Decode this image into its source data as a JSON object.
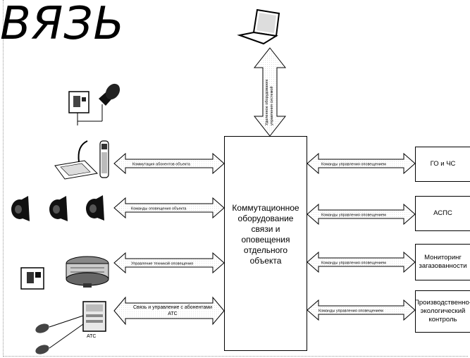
{
  "title_fragment": "ВЯЗЬ",
  "center": {
    "line1": "Коммутационное",
    "line2": "оборудование",
    "line3": "связи и",
    "line4": "оповещения",
    "line5": "отдельного",
    "line6": "объекта"
  },
  "right_boxes": [
    {
      "label": "ГО и ЧС"
    },
    {
      "label": "АСПС"
    },
    {
      "label": "Мониторинг загазованности"
    },
    {
      "label": "Производственно-экологический контроль"
    }
  ],
  "left_arrows": [
    {
      "label": "Коммутация абонентов объекта"
    },
    {
      "label": "Команды оповещения объекта"
    },
    {
      "label": "Управление техникой оповещения"
    },
    {
      "label": "Связь и управление с абонентами АТС"
    }
  ],
  "right_arrows": [
    {
      "label": "Команды управления оповещением"
    },
    {
      "label": "Команды управления оповещением"
    },
    {
      "label": "Команды управления оповещением"
    },
    {
      "label": "Команды управления оповещением"
    }
  ],
  "top_arrow": {
    "line1": "Удаленное оборудование",
    "line2": "управления системой"
  },
  "ats_label": "АТС"
}
